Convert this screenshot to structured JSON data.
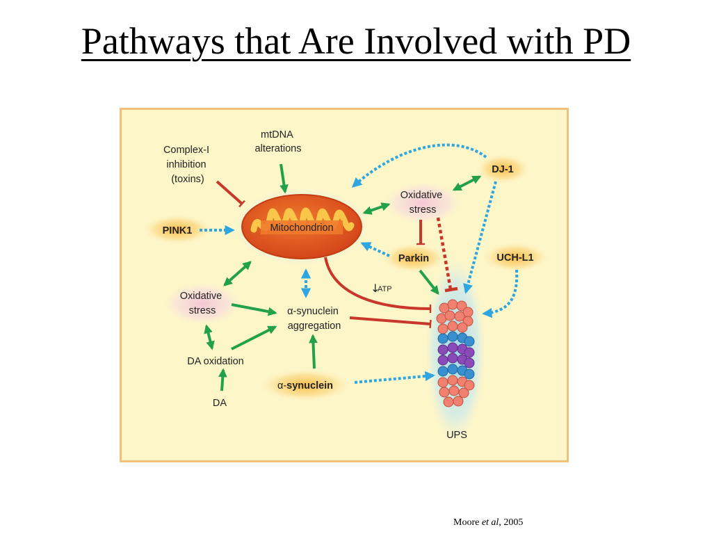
{
  "title": "Pathways that Are Involved with PD",
  "citation": {
    "author": "Moore ",
    "etal": "et al",
    "year": ", 2005"
  },
  "colors": {
    "activation": "#22a04a",
    "inhibition": "#c8372a",
    "indirect": "#2fa6e0",
    "panel_bg": "#fdf6c9",
    "panel_border": "#f3c07a"
  },
  "diagram": {
    "complex_i": [
      "Complex-I",
      "inhibition",
      "(toxins)"
    ],
    "mtdna": [
      "mtDNA",
      "alterations"
    ],
    "mitochondrion": "Mitochondrion",
    "pink1": "PINK1",
    "dj1": "DJ-1",
    "oxidative_stress_right": [
      "Oxidative",
      "stress"
    ],
    "parkin": "Parkin",
    "uchl1": "UCH-L1",
    "atp_arrow": "↓",
    "atp": "ATP",
    "oxidative_stress_left": [
      "Oxidative",
      "stress"
    ],
    "a_syn_aggregation": [
      "α-synuclein",
      "aggregation"
    ],
    "da_oxidation": "DA oxidation",
    "a_synuclein_prefix": "α-",
    "a_synuclein": "synuclein",
    "da": "DA",
    "ups": "UPS"
  }
}
